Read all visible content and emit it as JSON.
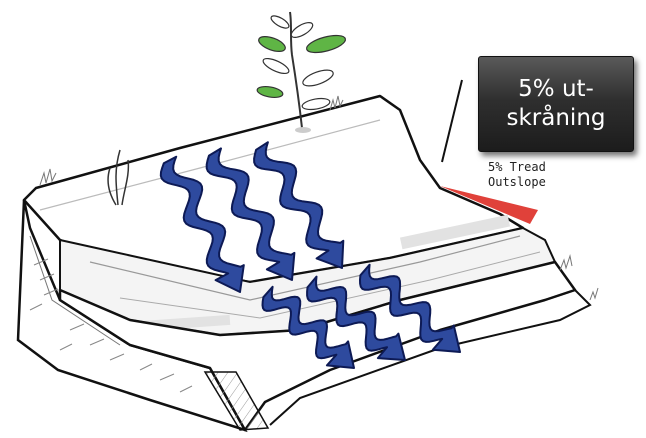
{
  "callout": {
    "text": "5% ut-\nskråning"
  },
  "tread_label": {
    "text": "5% Tread\nOutslope"
  },
  "colors": {
    "arrow_fill": "#2e4a9e",
    "arrow_outline": "#0d1a55",
    "outslope_indicator": "#e0413a",
    "leaf_green": "#5fb545",
    "callout_bg": "#2a2a2a"
  },
  "icons": [
    "flow-arrow",
    "plant",
    "outslope-wedge"
  ]
}
